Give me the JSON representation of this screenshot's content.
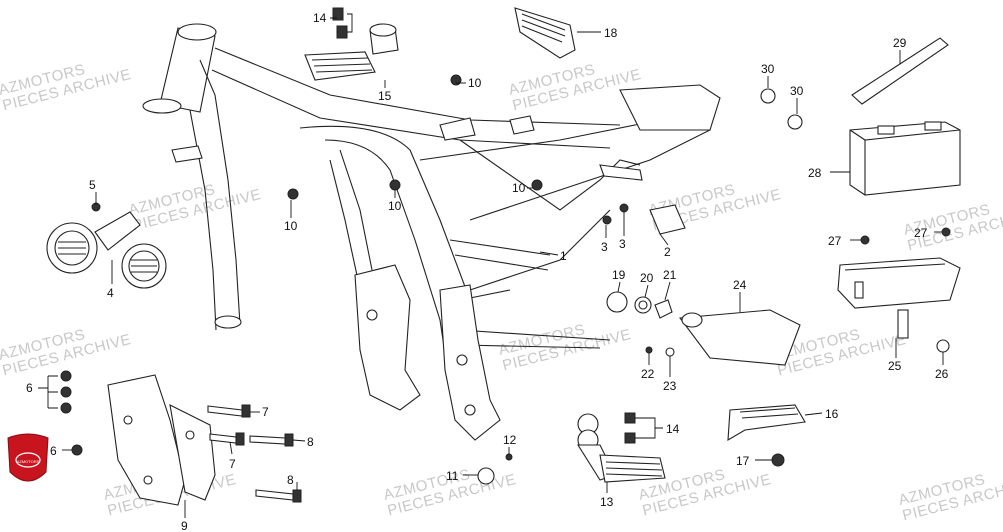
{
  "watermark": {
    "line1": "AZMOTORS",
    "line2": "PIECES ARCHIVE"
  },
  "logo": {
    "text": "AZMOTORS",
    "color": "#c8141e"
  },
  "callouts": {
    "c1": "1",
    "c2": "2",
    "c3a": "3",
    "c3b": "3",
    "c4": "4",
    "c5": "5",
    "c6a": "6",
    "c6b": "6",
    "c7a": "7",
    "c7b": "7",
    "c8a": "8",
    "c8b": "8",
    "c9": "9",
    "c10a": "10",
    "c10b": "10",
    "c10c": "10",
    "c10d": "10",
    "c11": "11",
    "c12": "12",
    "c13": "13",
    "c14a": "14",
    "c14b": "14",
    "c15": "15",
    "c16": "16",
    "c17": "17",
    "c18": "18",
    "c19": "19",
    "c20": "20",
    "c21": "21",
    "c22": "22",
    "c23": "23",
    "c24": "24",
    "c25": "25",
    "c26": "26",
    "c27a": "27",
    "c27b": "27",
    "c28": "28",
    "c29": "29",
    "c30a": "30",
    "c30b": "30"
  }
}
